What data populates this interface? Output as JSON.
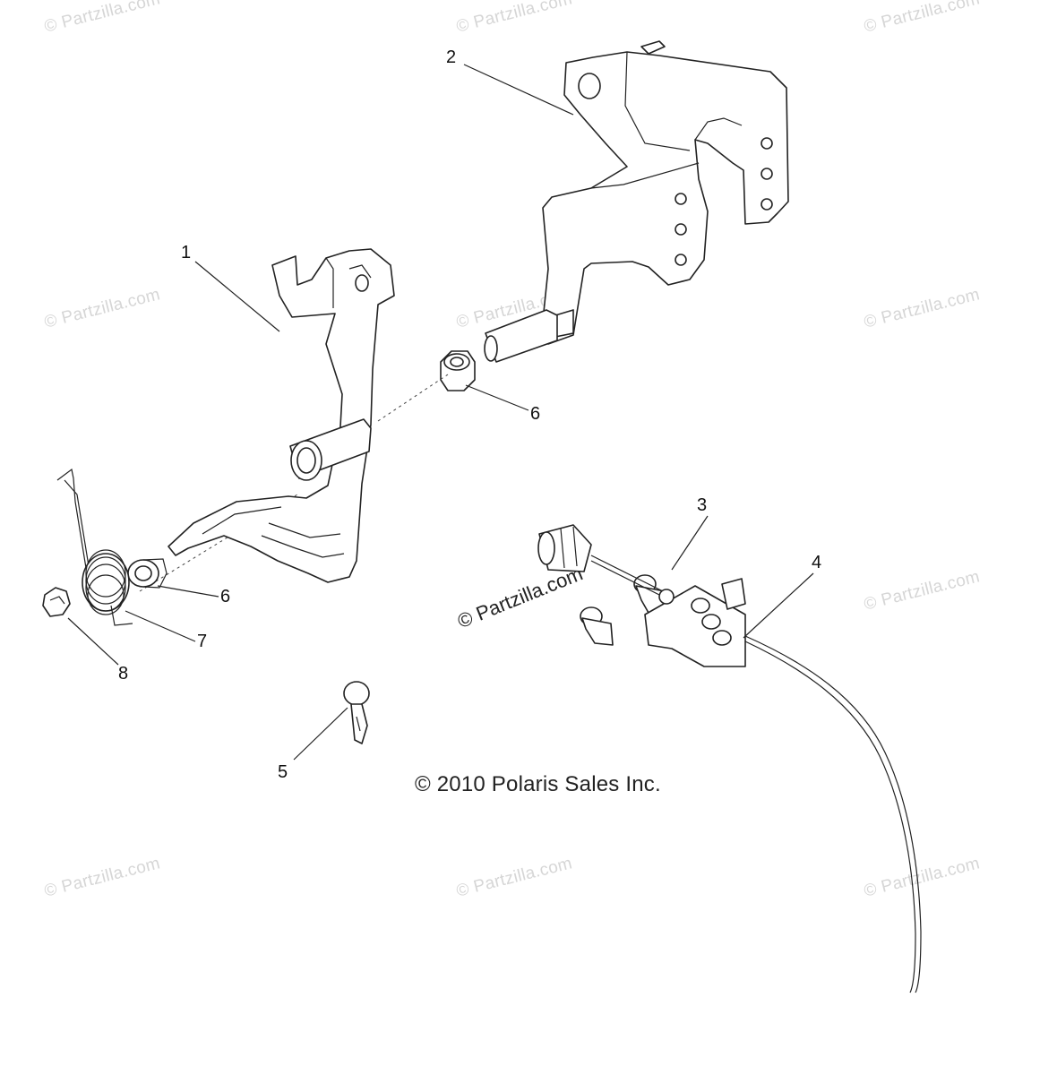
{
  "watermark_text": "© Partzilla.com",
  "copyright": "© 2010 Polaris Sales Inc.",
  "callouts": {
    "c1": "1",
    "c2": "2",
    "c3": "3",
    "c4": "4",
    "c5": "5",
    "c6a": "6",
    "c6b": "6",
    "c7": "7",
    "c8": "8"
  }
}
